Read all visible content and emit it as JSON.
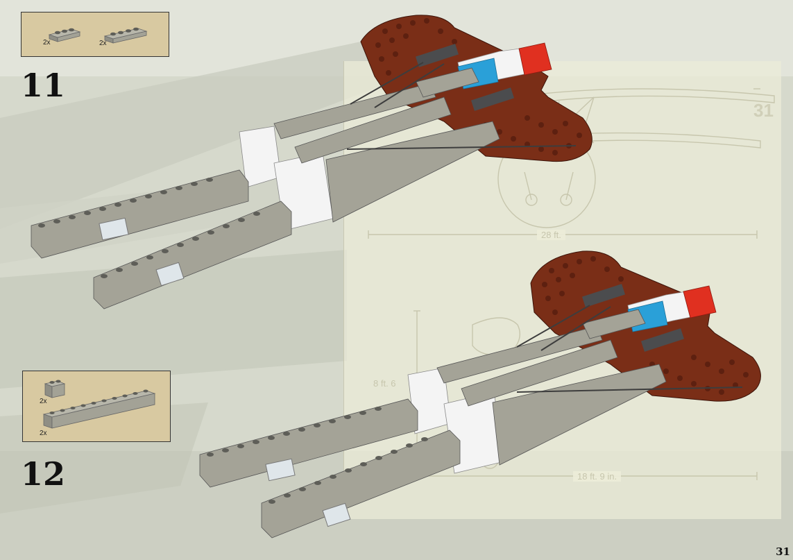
{
  "steps": [
    {
      "number": "11",
      "parts": [
        {
          "qty": "2x",
          "icon": "light-gray-plate-1x3-icon"
        },
        {
          "qty": "2x",
          "icon": "light-gray-plate-1x4-icon"
        }
      ]
    },
    {
      "number": "12",
      "parts": [
        {
          "qty": "2x",
          "icon": "light-gray-brick-1x2-icon"
        },
        {
          "qty": "2x",
          "icon": "light-gray-brick-1x10-icon"
        }
      ]
    }
  ],
  "blueprint": {
    "dim_wingspan": "28 ft.",
    "dim_height": "8 ft. 6",
    "dim_length": "18 ft. 9 in."
  },
  "page_number": "31",
  "colors": {
    "brown": "#7a2e17",
    "light_gray": "#a4a397",
    "white": "#f4f4f4",
    "blue": "#2aa0d8",
    "red": "#e03020",
    "dark_gray": "#4b4c4e",
    "parts_box": "#d8c9a1"
  }
}
